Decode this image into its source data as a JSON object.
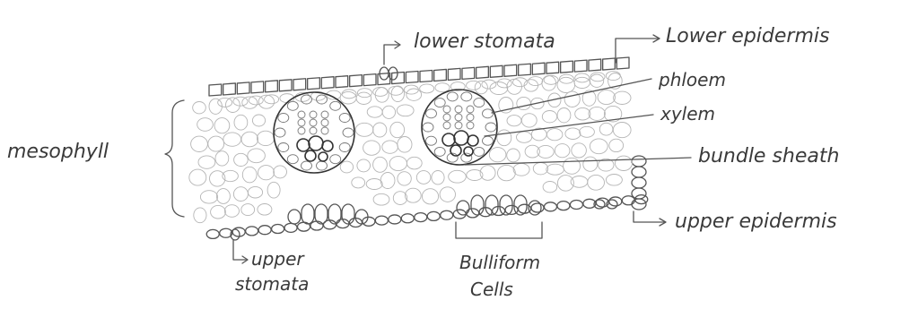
{
  "labels": {
    "lower_stomata": "lower stomata",
    "lower_epidermis": "Lower epidermis",
    "phloem": "phloem",
    "xylem": "xylem",
    "bundle_sheath": "bundle sheath",
    "upper_epidermis": "upper epidermis",
    "mesophyll": "mesophyll",
    "upper_stomata_line1": "upper",
    "upper_stomata_line2": "stomata",
    "bulliform_line1": "Bulliform",
    "bulliform_line2": "Cells"
  },
  "colors": {
    "ink": "#555555",
    "text": "#3a3a3a",
    "background": "#ffffff"
  }
}
